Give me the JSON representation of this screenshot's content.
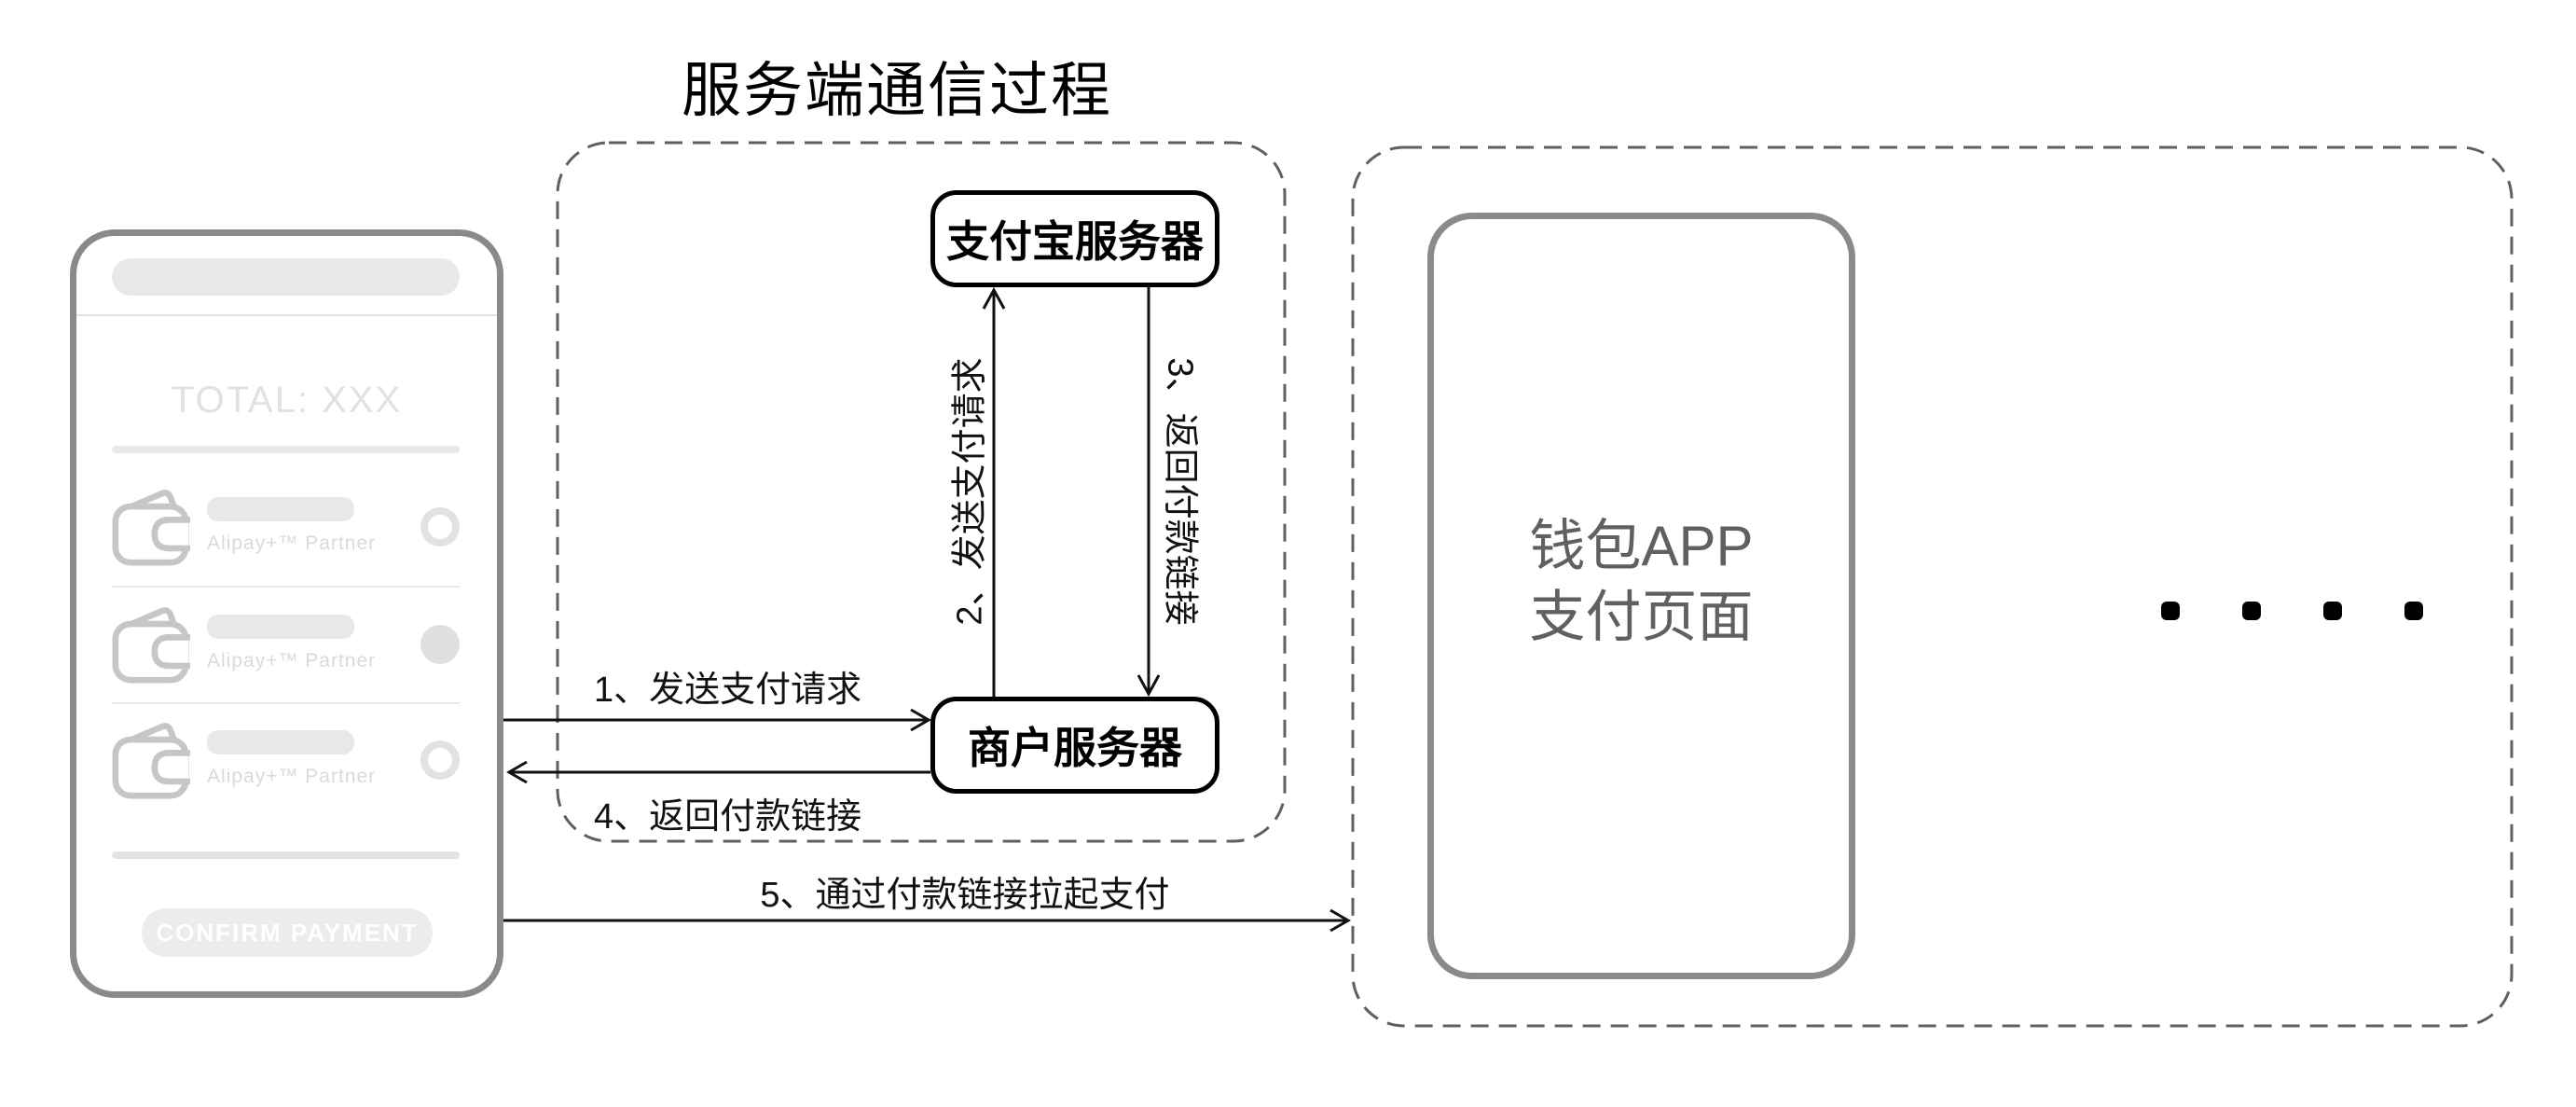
{
  "title": "服务端通信过程",
  "checkout_phone": {
    "total_label": "TOTAL: XXX",
    "options": [
      {
        "label": "Alipay+™ Partner",
        "selected": false
      },
      {
        "label": "Alipay+™ Partner",
        "selected": true
      },
      {
        "label": "Alipay+™ Partner",
        "selected": false
      }
    ],
    "confirm_button": "CONFIRM PAYMENT"
  },
  "servers": {
    "alipay": "支付宝服务器",
    "merchant": "商户服务器"
  },
  "steps": {
    "s1": "1、发送支付请求",
    "s2": "2、发送支付请求",
    "s3": "3、返回付款链接",
    "s4": "4、返回付款链接",
    "s5": "5、通过付款链接拉起支付"
  },
  "wallet_group": {
    "line1": "钱包APP",
    "line2": "支付页面",
    "dots_count": 4
  },
  "colors": {
    "flow_line": "#111111",
    "dashed_border": "#5f5f5f",
    "phone_border": "#8a8a8a",
    "server_box_border": "#000000",
    "placeholder_gray": "#e9e9e9",
    "muted_label_gray": "#dadada",
    "total_gray": "#e1e1e1",
    "wallet_icon_gray": "#c6c6c6",
    "wallet_label_gray": "#606060",
    "confirm_button_bg": "#ececec",
    "confirm_button_text": "#ffffff"
  }
}
